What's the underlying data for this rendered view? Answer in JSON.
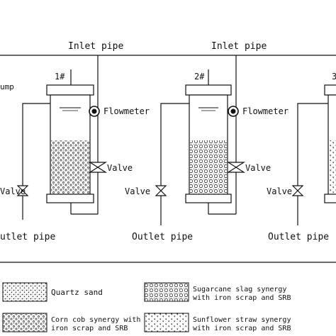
{
  "labels": {
    "inlet_pipe_1": "Inlet pipe",
    "inlet_pipe_2": "Inlet pipe",
    "pump": "ump",
    "column_1": "1#",
    "column_2": "2#",
    "column_3": "3",
    "flowmeter_1": "Flowmeter",
    "flowmeter_2": "Flowmeter",
    "valve_a": "Valve",
    "valve_b": "Valve",
    "valve_c": "Valve",
    "valve_d": "Valve",
    "valve_e": "Valve",
    "outlet_pipe_1": "utlet pipe",
    "outlet_pipe_2": "Outlet pipe",
    "outlet_pipe_3": "Outlet pipe"
  },
  "legend": {
    "quartz_sand": "Quartz sand",
    "sugarcane_line1": "Sugarcane slag synergy",
    "sugarcane_line2": "with iron scrap and SRB",
    "corncob_line1": "Corn cob synergy with",
    "corncob_line2": "iron scrap and SRB",
    "sunflower_line1": "Sunflower straw synergy",
    "sunflower_line2": "with iron scrap and SRB"
  }
}
